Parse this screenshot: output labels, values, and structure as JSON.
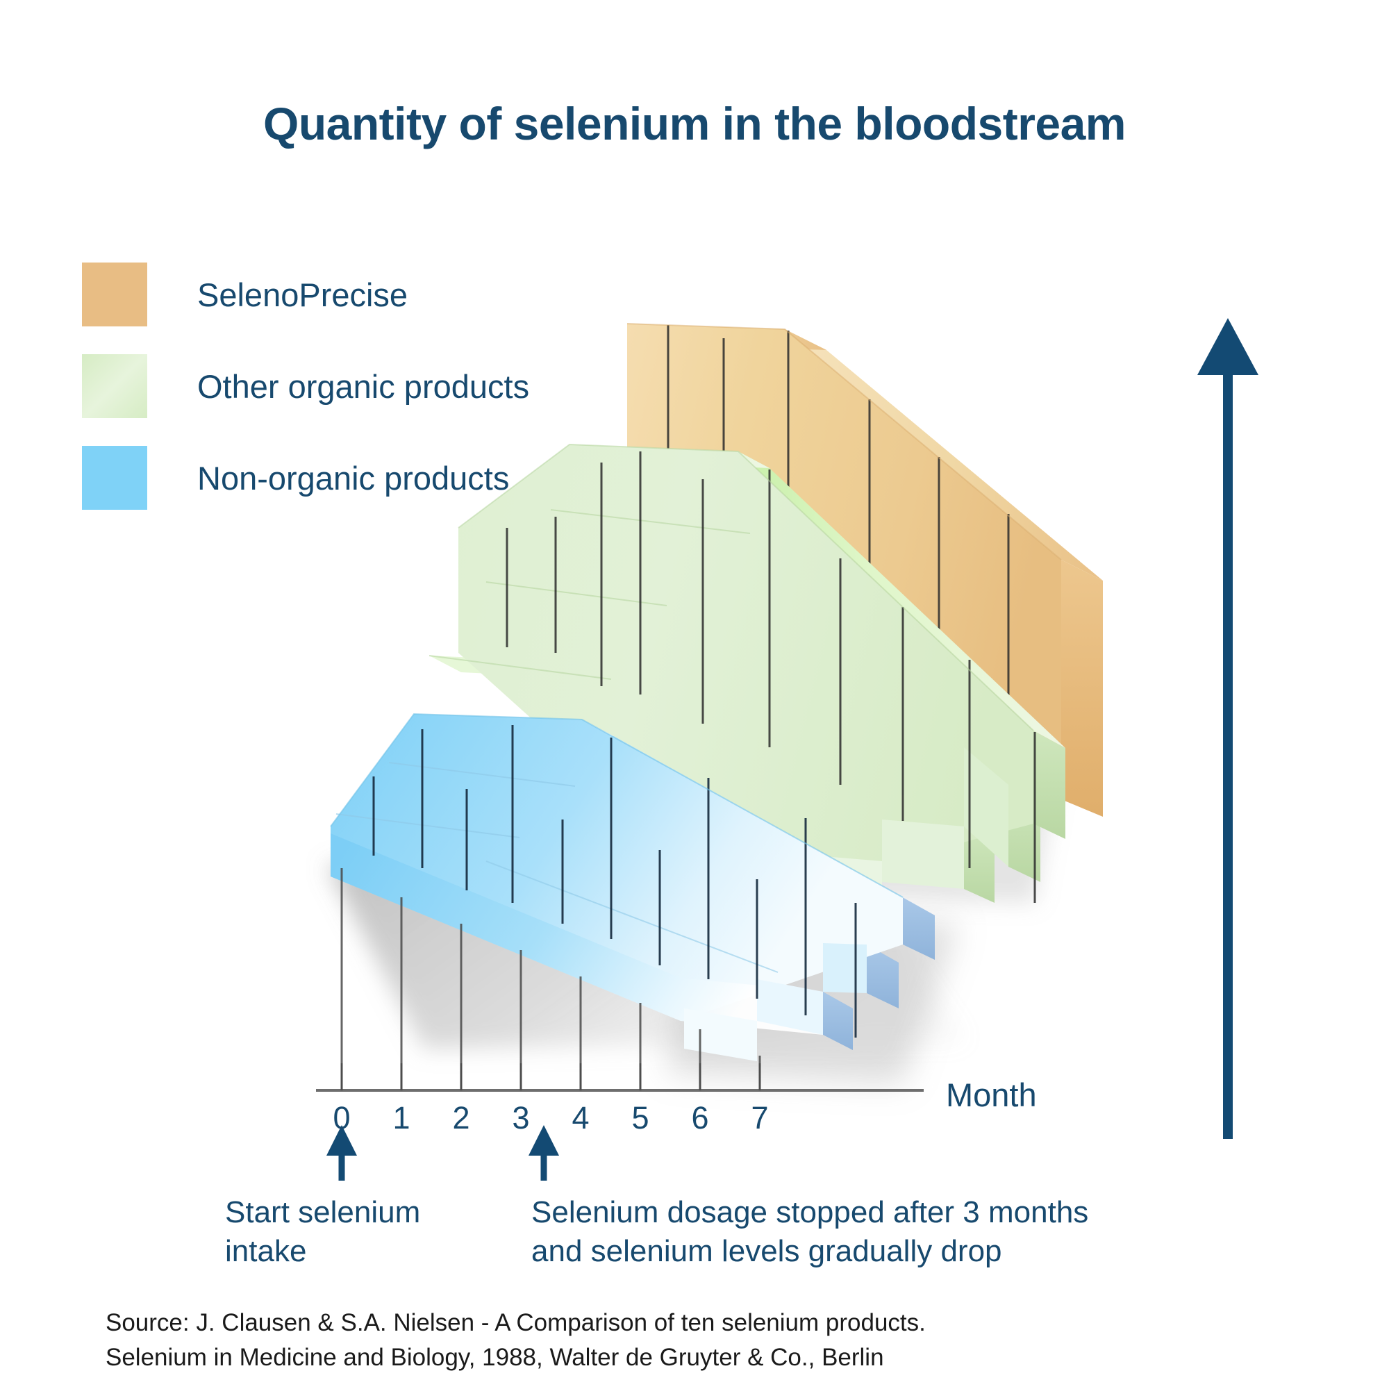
{
  "title": "Quantity of selenium in the bloodstream",
  "legend": {
    "items": [
      {
        "label": "SelenoPrecise",
        "color": "#e8bd84",
        "swatch_name": "legend-swatch-selenoprecise"
      },
      {
        "label": "Other organic products",
        "color": "#d6ecc4",
        "swatch_name": "legend-swatch-other-organic"
      },
      {
        "label": "Non-organic products",
        "color": "#7fd2f7",
        "swatch_name": "legend-swatch-non-organic"
      }
    ]
  },
  "axis": {
    "x_label": "Month",
    "x_ticks": [
      "0",
      "1",
      "2",
      "3",
      "4",
      "5",
      "6",
      "7"
    ],
    "y_arrow_name": "y-axis-arrow"
  },
  "annotations": [
    {
      "name": "annotation-start-intake",
      "text": "Start selenium\nintake",
      "at_month": 0
    },
    {
      "name": "annotation-dosage-stopped",
      "text": "Selenium dosage stopped after 3 months\nand selenium levels gradually drop",
      "at_month": 3
    }
  ],
  "source": "Source: J. Clausen & S.A. Nielsen - A Comparison of ten selenium products.\nSelenium in Medicine and Biology, 1988, Walter de Gruyter & Co., Berlin",
  "colors": {
    "text_blue": "#17496e",
    "orange": "#e8bd84",
    "orange_light": "#f4dcb0",
    "green": "#d6ecc4",
    "green_light": "#e4f1d8",
    "blue": "#7fd2f7",
    "blue_light": "#bfe7fb",
    "shadow": "#9a9a9a",
    "axis_line": "#6e6e6e"
  },
  "chart_data": {
    "type": "area",
    "title": "Quantity of selenium in the bloodstream",
    "subtitle": "",
    "xlabel": "Month",
    "ylabel": "",
    "x": [
      0,
      1,
      2,
      3,
      4,
      5,
      6,
      7
    ],
    "grid": false,
    "legend_position": "top-left",
    "projection": "3d-isometric-ribbons",
    "axis_units": "relative (unlabeled y-axis, arrow indicates increasing quantity)",
    "ylim": [
      0,
      100
    ],
    "series": [
      {
        "name": "SelenoPrecise",
        "color": "#e8bd84",
        "values": [
          0,
          38,
          72,
          100,
          97,
          94,
          91,
          88
        ]
      },
      {
        "name": "Other organic products",
        "color": "#d6ecc4",
        "values": [
          0,
          28,
          52,
          72,
          62,
          50,
          38,
          26
        ]
      },
      {
        "name": "Non-organic products",
        "color": "#7fd2f7",
        "values": [
          0,
          17,
          30,
          42,
          32,
          22,
          13,
          5
        ]
      }
    ],
    "annotations": [
      {
        "x": 0,
        "text": "Start selenium intake"
      },
      {
        "x": 3,
        "text": "Selenium dosage stopped after 3 months and selenium levels gradually drop"
      }
    ]
  }
}
